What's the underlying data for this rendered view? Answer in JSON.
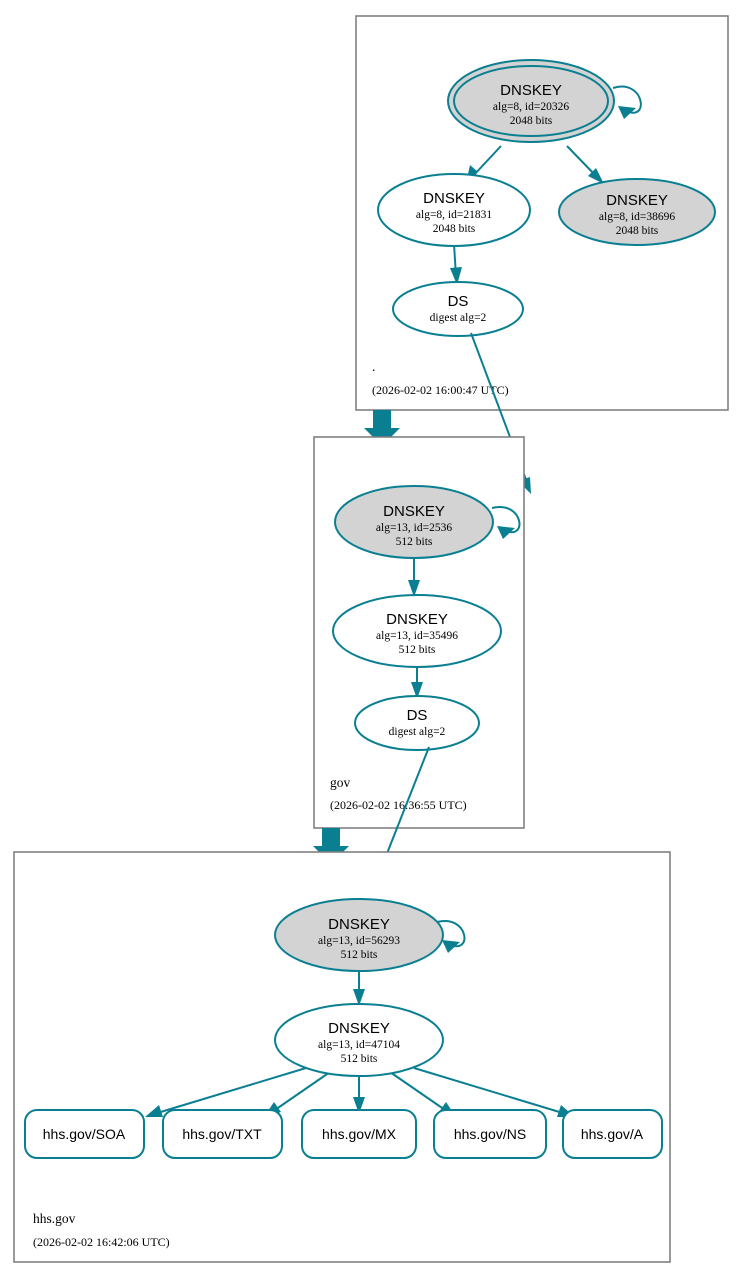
{
  "diagram": {
    "kind": "dnssec-authentication-chain",
    "colors": {
      "accent": "#0a7f92",
      "secure_key_fill": "#d3d3d3",
      "plain_fill": "#ffffff",
      "cluster_stroke": "#808080",
      "text": "#000000"
    }
  },
  "zones": [
    {
      "id": "root",
      "label": ".",
      "timestamp": "(2026-02-02 16:00:47 UTC)",
      "nodes": [
        {
          "id": "root-ksk",
          "type": "DNSKEY",
          "title": "DNSKEY",
          "line2": "alg=8, id=20326",
          "line3": "2048 bits",
          "shape": "doubleoctagon-ellipse",
          "fill": "#d3d3d3",
          "self_signed": true
        },
        {
          "id": "root-zsk-21831",
          "type": "DNSKEY",
          "title": "DNSKEY",
          "line2": "alg=8, id=21831",
          "line3": "2048 bits",
          "shape": "ellipse",
          "fill": "#ffffff",
          "self_signed": false
        },
        {
          "id": "root-zsk-38696",
          "type": "DNSKEY",
          "title": "DNSKEY",
          "line2": "alg=8, id=38696",
          "line3": "2048 bits",
          "shape": "ellipse",
          "fill": "#d3d3d3",
          "self_signed": false
        },
        {
          "id": "root-ds",
          "type": "DS",
          "title": "DS",
          "line2": "digest alg=2",
          "line3": "",
          "shape": "ellipse",
          "fill": "#ffffff",
          "self_signed": false
        }
      ]
    },
    {
      "id": "gov",
      "label": "gov",
      "timestamp": "(2026-02-02 16:36:55 UTC)",
      "nodes": [
        {
          "id": "gov-ksk",
          "type": "DNSKEY",
          "title": "DNSKEY",
          "line2": "alg=13, id=2536",
          "line3": "512 bits",
          "shape": "ellipse",
          "fill": "#d3d3d3",
          "self_signed": true
        },
        {
          "id": "gov-zsk",
          "type": "DNSKEY",
          "title": "DNSKEY",
          "line2": "alg=13, id=35496",
          "line3": "512 bits",
          "shape": "ellipse",
          "fill": "#ffffff",
          "self_signed": false
        },
        {
          "id": "gov-ds",
          "type": "DS",
          "title": "DS",
          "line2": "digest alg=2",
          "line3": "",
          "shape": "ellipse",
          "fill": "#ffffff",
          "self_signed": false
        }
      ]
    },
    {
      "id": "hhsgov",
      "label": "hhs.gov",
      "timestamp": "(2026-02-02 16:42:06 UTC)",
      "nodes": [
        {
          "id": "hhs-ksk",
          "type": "DNSKEY",
          "title": "DNSKEY",
          "line2": "alg=13, id=56293",
          "line3": "512 bits",
          "shape": "ellipse",
          "fill": "#d3d3d3",
          "self_signed": true
        },
        {
          "id": "hhs-zsk",
          "type": "DNSKEY",
          "title": "DNSKEY",
          "line2": "alg=13, id=47104",
          "line3": "512 bits",
          "shape": "ellipse",
          "fill": "#ffffff",
          "self_signed": false
        }
      ],
      "rrsets": [
        {
          "id": "rr-soa",
          "label": "hhs.gov/SOA"
        },
        {
          "id": "rr-txt",
          "label": "hhs.gov/TXT"
        },
        {
          "id": "rr-mx",
          "label": "hhs.gov/MX"
        },
        {
          "id": "rr-ns",
          "label": "hhs.gov/NS"
        },
        {
          "id": "rr-a",
          "label": "hhs.gov/A"
        }
      ]
    }
  ]
}
